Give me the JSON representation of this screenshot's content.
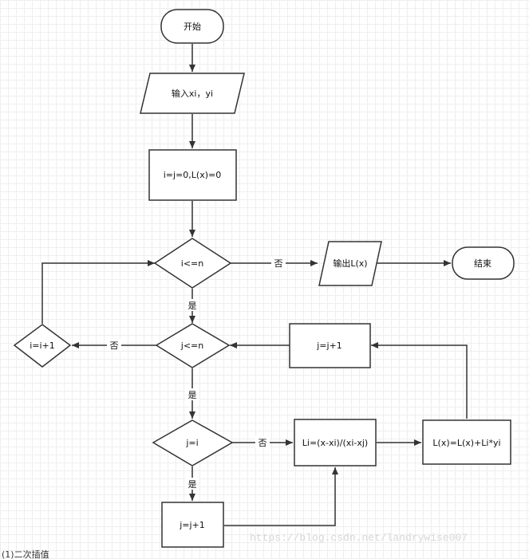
{
  "nodes": {
    "start": "开始",
    "input": "输入xi，yi",
    "init": "i=j=0,L(x)=0",
    "cond_i": "i<=n",
    "output": "输出L(x)",
    "end": "结束",
    "cond_j": "j<=n",
    "inc_i": "i=i+1",
    "inc_j_top": "j=j+1",
    "cond_eq": "j=i",
    "li_calc": "Li=(x-xi)/(xi-xj)",
    "l_update": "L(x)=L(x)+Li*yi",
    "inc_j_bottom": "j=j+1"
  },
  "edges": {
    "cond_i_no": "否",
    "cond_i_yes": "是",
    "cond_j_no": "否",
    "cond_j_yes": "是",
    "cond_eq_no": "否",
    "cond_eq_yes": "是"
  },
  "watermark": "https://blog.csdn.net/landrywise007",
  "caption": "(1)二次插值"
}
